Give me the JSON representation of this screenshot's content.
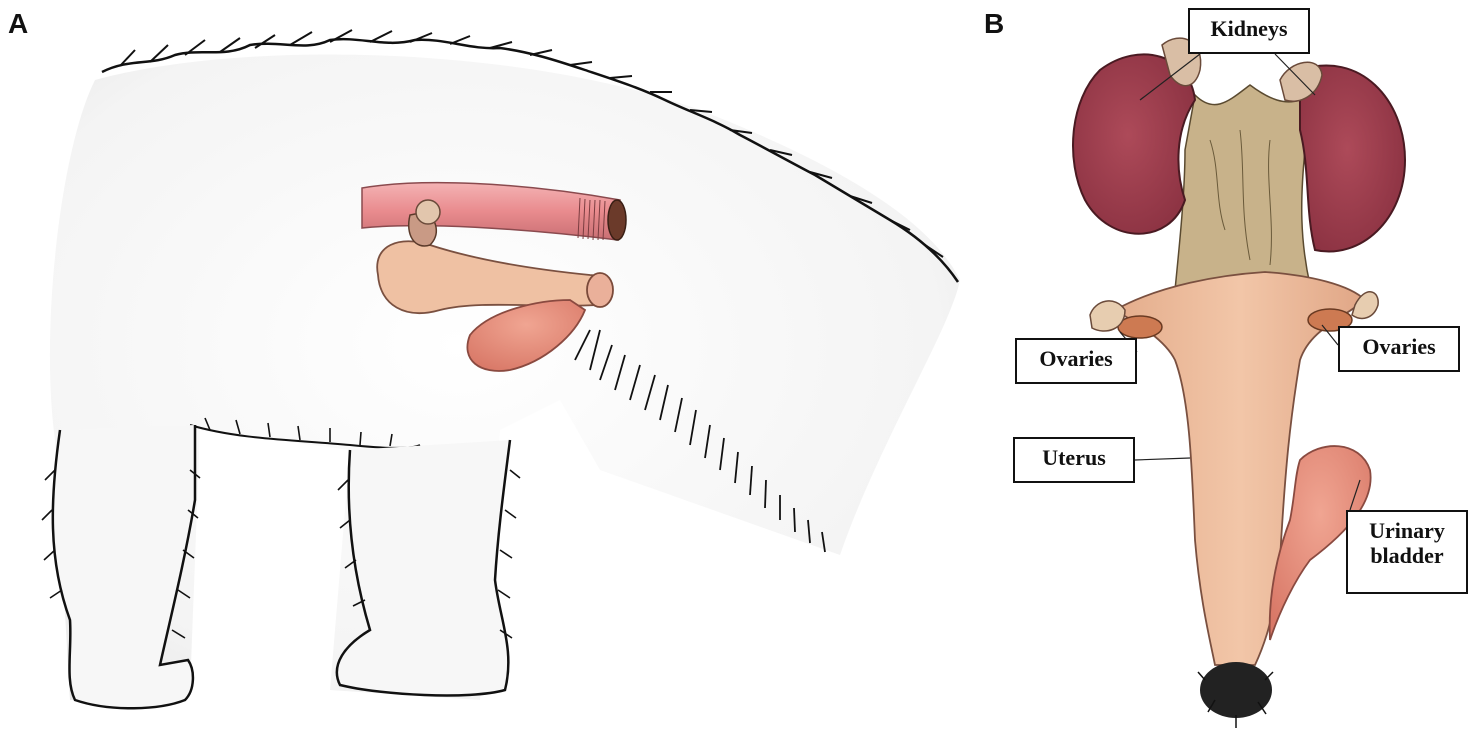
{
  "panels": {
    "a": {
      "letter": "A"
    },
    "b": {
      "letter": "B"
    }
  },
  "labels": {
    "kidneys": "Kidneys",
    "ovaries_left": "Ovaries",
    "ovaries_right": "Ovaries",
    "uterus": "Uterus",
    "urinary_bladder": "Urinary bladder"
  },
  "colors": {
    "fur": "#f2f2f2",
    "outline": "#111111",
    "rectum": "#e98b8e",
    "genital_tract": "#edbb9c",
    "bladder": "#e8907f",
    "kidney": "#9c3a4a",
    "mesentery": "#c8b28a",
    "ovary": "#e7cdb0",
    "cloaca_hair": "#222222"
  }
}
